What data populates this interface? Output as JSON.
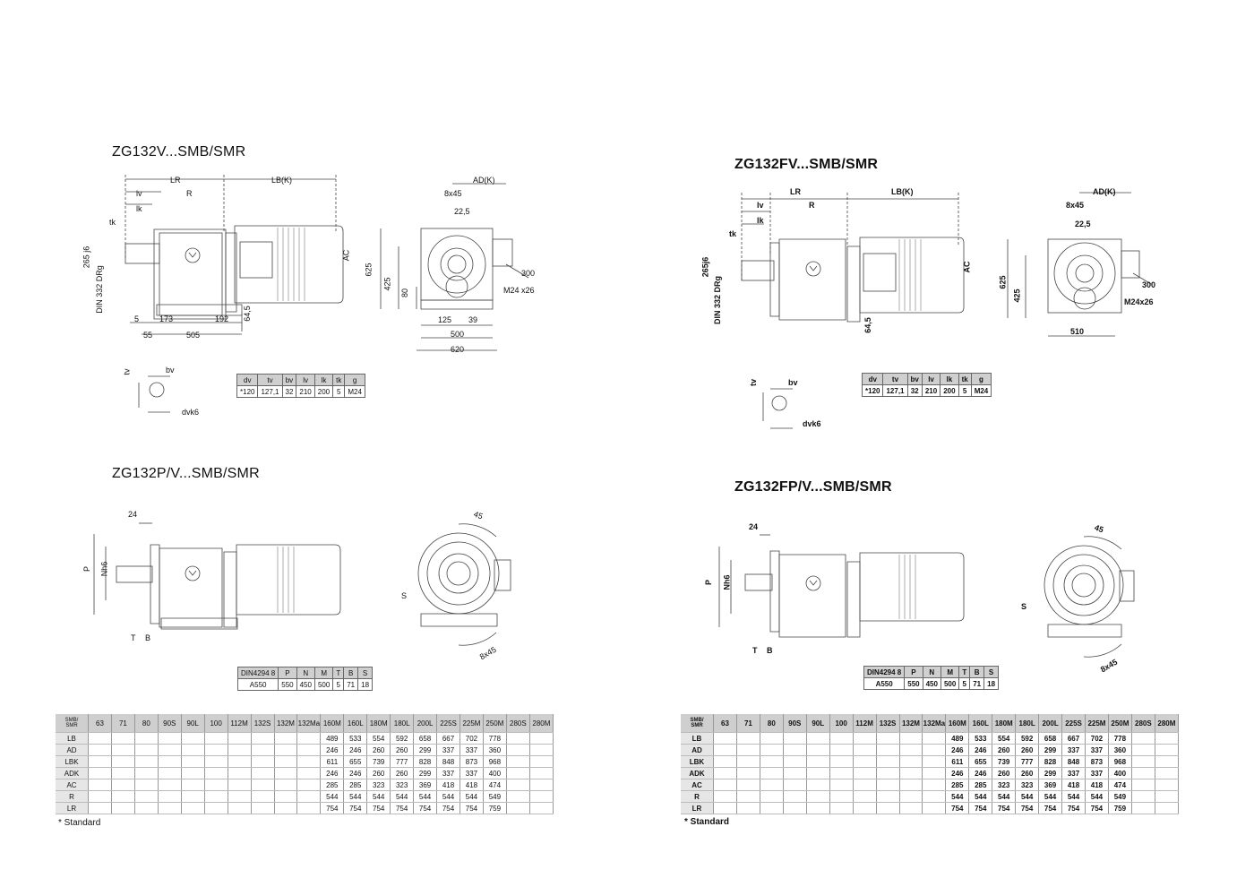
{
  "left": {
    "title1": "ZG132V...SMB/SMR",
    "title2": "ZG132P/V...SMB/SMR",
    "dim1": {
      "lr": "LR",
      "lbk": "LB(K)",
      "lv": "lv",
      "lk": "lk",
      "r": "R",
      "tk": "tk",
      "j6": "265 j6",
      "din": "DIN 332 DRg",
      "ac": "AC",
      "adk": "AD(K)",
      "bolt": "8x45",
      "ang": "22,5",
      "d625": "625",
      "d425": "425",
      "d80": "80",
      "d300": "300",
      "m24": "M24 x26",
      "d5": "5",
      "d173": "173",
      "d192": "192",
      "d645": "64,5",
      "d55": "55",
      "d505": "505",
      "d125": "125",
      "d39": "39",
      "d500": "500",
      "d620": "620"
    },
    "shaft": {
      "tv": "tv",
      "bv": "bv",
      "dvk6": "dvk6"
    },
    "dim2": {
      "d24": "24",
      "p": "P",
      "nh6": "Nh6",
      "t": "T",
      "b": "B",
      "s": "S",
      "a45": "45",
      "b845": "8x45"
    },
    "footnote": "* Standard"
  },
  "right": {
    "title1": "ZG132FV...SMB/SMR",
    "title2": "ZG132FP/V...SMB/SMR",
    "dim1": {
      "lr": "LR",
      "lbk": "LB(K)",
      "lv": "lv",
      "lk": "lk",
      "r": "R",
      "tk": "tk",
      "j6": "265j6",
      "din": "DIN 332 DRg",
      "ac": "AC",
      "adk": "AD(K)",
      "bolt": "8x45",
      "ang": "22,5",
      "d625": "625",
      "d425": "425",
      "d300": "300",
      "m24": "M24x26",
      "d645": "64,5",
      "d510": "510"
    },
    "shaft": {
      "tv": "tv",
      "bv": "bv",
      "dvk6": "dvk6"
    },
    "dim2": {
      "d24": "24",
      "p": "P",
      "nh6": "Nh6",
      "t": "T",
      "b": "B",
      "s": "S",
      "a45": "45",
      "b845": "8x45"
    },
    "footnote": "* Standard"
  },
  "shaft_table": {
    "headers": [
      "dv",
      "tv",
      "bv",
      "lv",
      "lk",
      "tk",
      "g"
    ],
    "row": [
      "*120",
      "127,1",
      "32",
      "210",
      "200",
      "5",
      "M24"
    ]
  },
  "flange_table": {
    "headers": [
      "DIN4294 8",
      "P",
      "N",
      "M",
      "T",
      "B",
      "S"
    ],
    "row": [
      "A550",
      "550",
      "450",
      "500",
      "5",
      "71",
      "18"
    ]
  },
  "size_table": {
    "corner": [
      "SMB/",
      "SMR"
    ],
    "sizes": [
      "63",
      "71",
      "80",
      "90S",
      "90L",
      "100",
      "112M",
      "132S",
      "132M",
      "132Ma",
      "160M",
      "160L",
      "180M",
      "180L",
      "200L",
      "225S",
      "225M",
      "250M",
      "280S",
      "280M"
    ],
    "rows": [
      {
        "label": "LB",
        "values": [
          "",
          "",
          "",
          "",
          "",
          "",
          "",
          "",
          "",
          "",
          "489",
          "533",
          "554",
          "592",
          "658",
          "667",
          "702",
          "778",
          "",
          ""
        ]
      },
      {
        "label": "AD",
        "values": [
          "",
          "",
          "",
          "",
          "",
          "",
          "",
          "",
          "",
          "",
          "246",
          "246",
          "260",
          "260",
          "299",
          "337",
          "337",
          "360",
          "",
          ""
        ]
      },
      {
        "label": "LBK",
        "values": [
          "",
          "",
          "",
          "",
          "",
          "",
          "",
          "",
          "",
          "",
          "611",
          "655",
          "739",
          "777",
          "828",
          "848",
          "873",
          "968",
          "",
          ""
        ]
      },
      {
        "label": "ADK",
        "values": [
          "",
          "",
          "",
          "",
          "",
          "",
          "",
          "",
          "",
          "",
          "246",
          "246",
          "260",
          "260",
          "299",
          "337",
          "337",
          "400",
          "",
          ""
        ]
      },
      {
        "label": "AC",
        "values": [
          "",
          "",
          "",
          "",
          "",
          "",
          "",
          "",
          "",
          "",
          "285",
          "285",
          "323",
          "323",
          "369",
          "418",
          "418",
          "474",
          "",
          ""
        ]
      },
      {
        "label": "R",
        "values": [
          "",
          "",
          "",
          "",
          "",
          "",
          "",
          "",
          "",
          "",
          "544",
          "544",
          "544",
          "544",
          "544",
          "544",
          "544",
          "549",
          "",
          ""
        ]
      },
      {
        "label": "LR",
        "values": [
          "",
          "",
          "",
          "",
          "",
          "",
          "",
          "",
          "",
          "",
          "754",
          "754",
          "754",
          "754",
          "754",
          "754",
          "754",
          "759",
          "",
          ""
        ]
      }
    ]
  }
}
